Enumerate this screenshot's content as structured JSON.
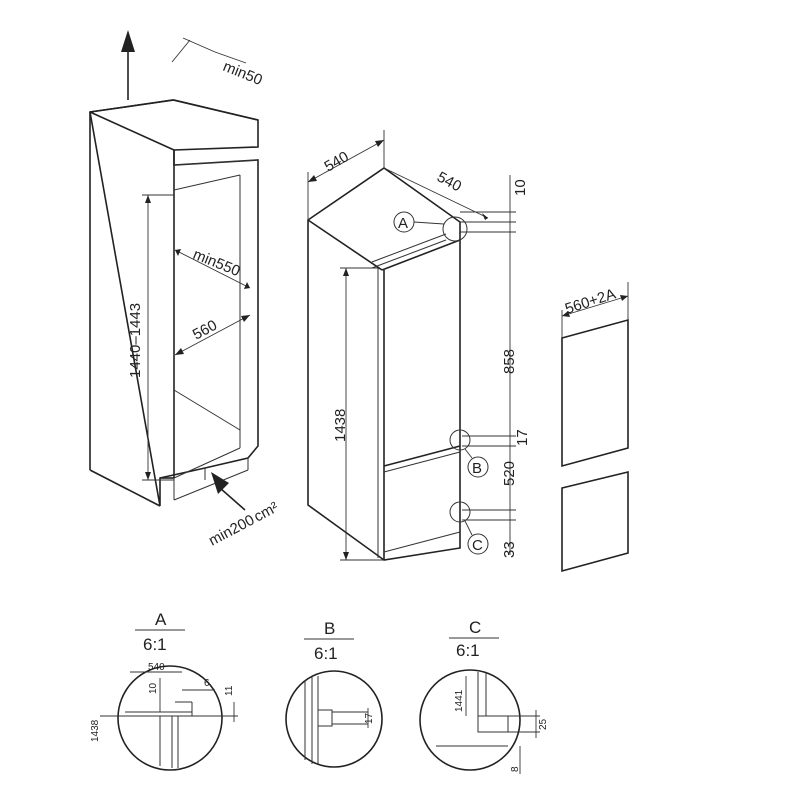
{
  "cabinet": {
    "top_clearance": "min50",
    "depth": "min550",
    "width": "560",
    "niche_height": "1440–1443",
    "vent_area": "min200",
    "vent_area_unit": "cm²"
  },
  "appliance": {
    "width": "540",
    "depth": "540",
    "top_gap": "10",
    "height": "1438",
    "upper_door": "858",
    "middle_gap": "17",
    "lower_door": "520",
    "bottom_offset": "33",
    "callout_a": "A",
    "callout_b": "B",
    "callout_c": "C"
  },
  "door_panel": {
    "width": "560+2A"
  },
  "details": [
    {
      "id": "A",
      "scale": "6:1",
      "dims": {
        "width": "540",
        "top_gap": "10",
        "side": "6",
        "right": "11",
        "height": "1438"
      }
    },
    {
      "id": "B",
      "scale": "6:1",
      "dims": {
        "gap": "17"
      }
    },
    {
      "id": "C",
      "scale": "6:1",
      "dims": {
        "height": "1441",
        "right": "25",
        "bottom": "8"
      }
    }
  ]
}
